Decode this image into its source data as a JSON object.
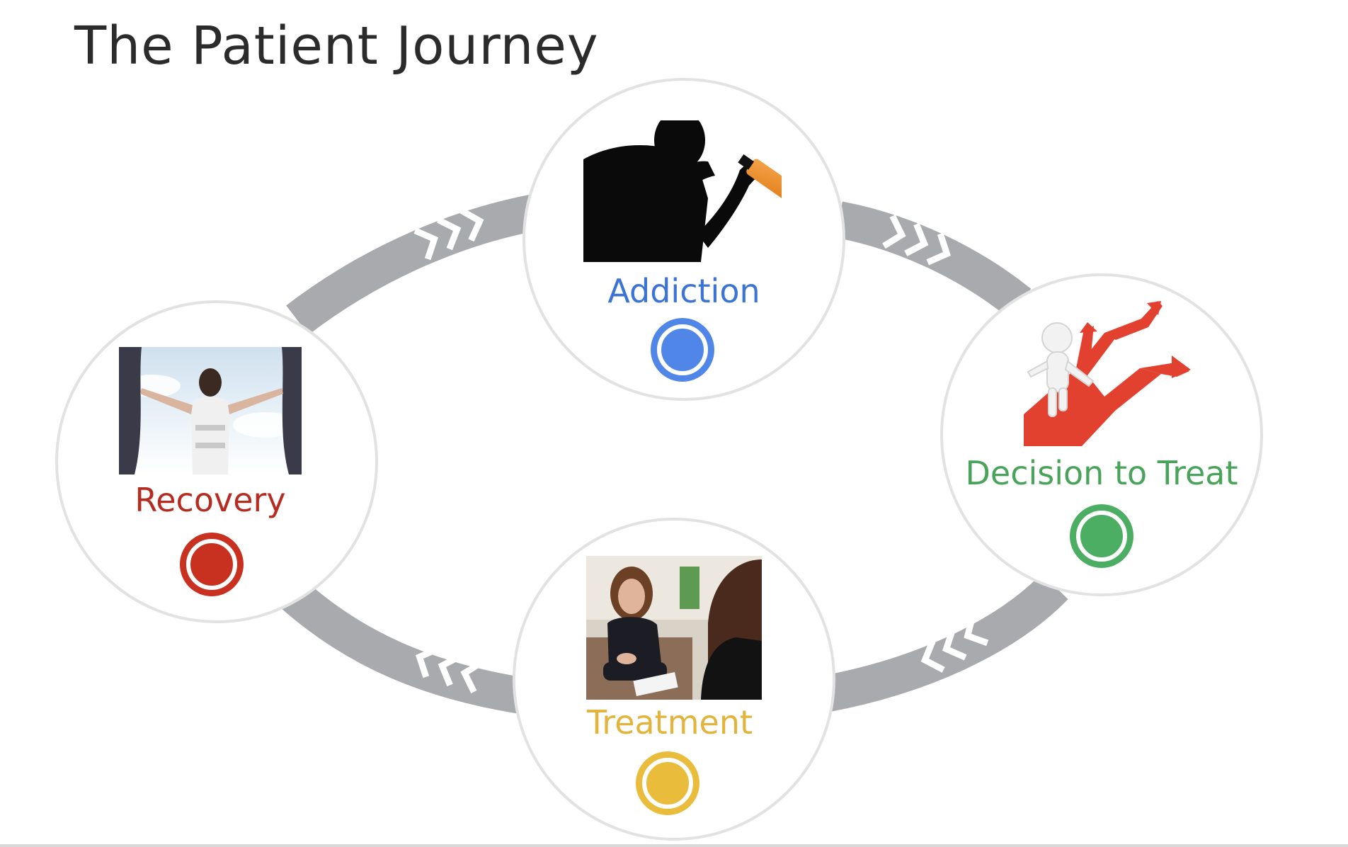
{
  "title": "The Patient Journey",
  "stages": [
    {
      "id": "addiction",
      "label": "Addiction",
      "color": "#3b74d4",
      "dot_color": "#4f86e8",
      "image": "addiction-photo"
    },
    {
      "id": "decision",
      "label": "Decision to Treat",
      "color": "#4aa35a",
      "dot_color": "#4cae62",
      "image": "decision-3d-figure"
    },
    {
      "id": "treatment",
      "label": "Treatment",
      "color": "#e2b43c",
      "dot_color": "#e9bd3b",
      "image": "treatment-photo"
    },
    {
      "id": "recovery",
      "label": "Recovery",
      "color": "#b52d20",
      "dot_color": "#c8301f",
      "image": "recovery-photo"
    }
  ],
  "colors": {
    "cycle_arrow": "#a9aaad",
    "circle_border": "#e2e2e2"
  }
}
